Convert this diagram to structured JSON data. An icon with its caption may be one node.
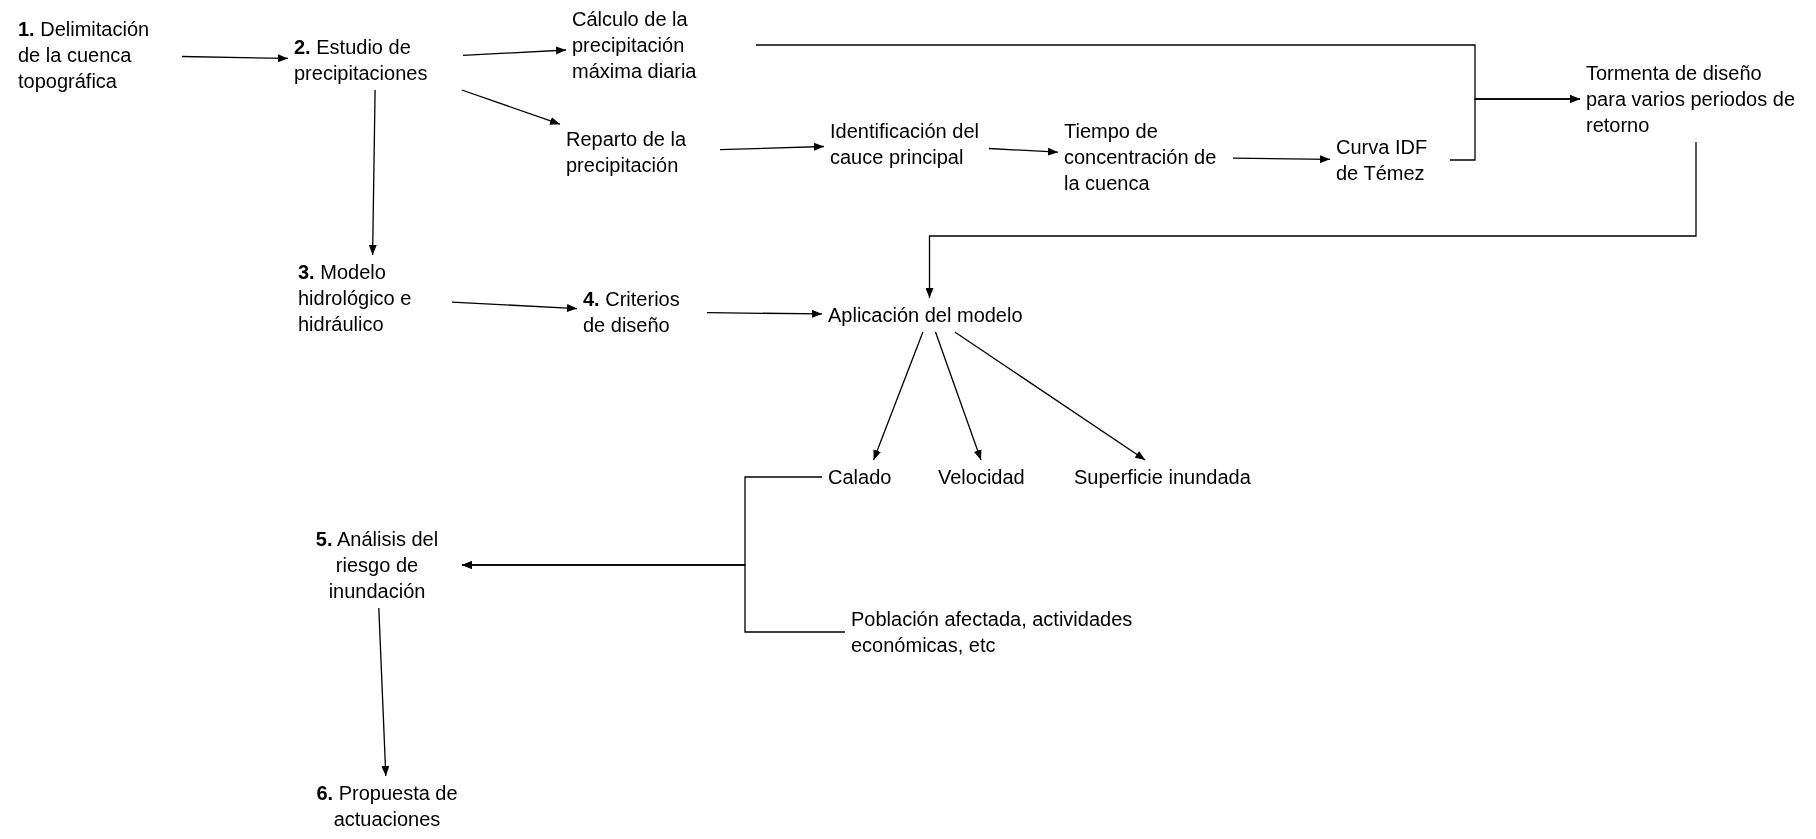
{
  "diagram": {
    "nodes": [
      {
        "text": [
          "**1.** Delimitación de la cuenca topográfica"
        ]
      },
      {
        "text": [
          "**2.** Estudio de precipitaciones"
        ]
      },
      {
        "text": [
          "Cálculo de la precipitación máxima diaria"
        ]
      },
      {
        "text": [
          "Reparto de la precipitación"
        ]
      },
      {
        "text": [
          "Identificación del cauce principal"
        ]
      },
      {
        "text": [
          "Tiempo de concentración de la cuenca"
        ]
      },
      {
        "text": [
          "Curva IDF de Témez"
        ]
      },
      {
        "text": [
          "Tormenta de diseño para varios periodos de retorno"
        ]
      },
      {
        "text": [
          "**3.** Modelo hidrológico e hidráulico"
        ]
      },
      {
        "text": [
          "**4.** Criterios de diseño"
        ]
      },
      {
        "text": [
          "Aplicación del modelo"
        ]
      },
      {
        "text": [
          "Calado"
        ]
      },
      {
        "text": [
          "Velocidad"
        ]
      },
      {
        "text": [
          "Superficie inundada"
        ]
      },
      {
        "text": [
          "Población afectada, actividades económicas, etc"
        ]
      },
      {
        "text": [
          "**5.** Análisis del riesgo de inundación"
        ]
      },
      {
        "text": [
          "**6.** Propuesta de actuaciones"
        ]
      }
    ],
    "edges": [
      {
        "from": 0,
        "to": 1,
        "arrow": "to"
      },
      {
        "from": 1,
        "to": 2,
        "arrow": "to"
      },
      {
        "from": 1,
        "to": 3,
        "arrow": "to"
      },
      {
        "from": 1,
        "to": 8,
        "arrow": "to"
      },
      {
        "from": 3,
        "to": 4,
        "arrow": "to"
      },
      {
        "from": 4,
        "to": 5,
        "arrow": "to"
      },
      {
        "from": 5,
        "to": 6,
        "arrow": "to"
      },
      {
        "from": 2,
        "to": 7,
        "arrow": "to"
      },
      {
        "from": 6,
        "to": 7,
        "arrow": "to"
      },
      {
        "from": 7,
        "to": 10,
        "arrow": "to"
      },
      {
        "from": 8,
        "to": 9,
        "arrow": "to"
      },
      {
        "from": 9,
        "to": 10,
        "arrow": "to"
      },
      {
        "from": 10,
        "to": 11,
        "arrow": "to"
      },
      {
        "from": 10,
        "to": 12,
        "arrow": "to"
      },
      {
        "from": 10,
        "to": 13,
        "arrow": "to"
      },
      {
        "from": 11,
        "to": 15,
        "arrow": "to"
      },
      {
        "from": 14,
        "to": 15,
        "arrow": "to"
      },
      {
        "from": 15,
        "to": 16,
        "arrow": "to"
      }
    ]
  }
}
